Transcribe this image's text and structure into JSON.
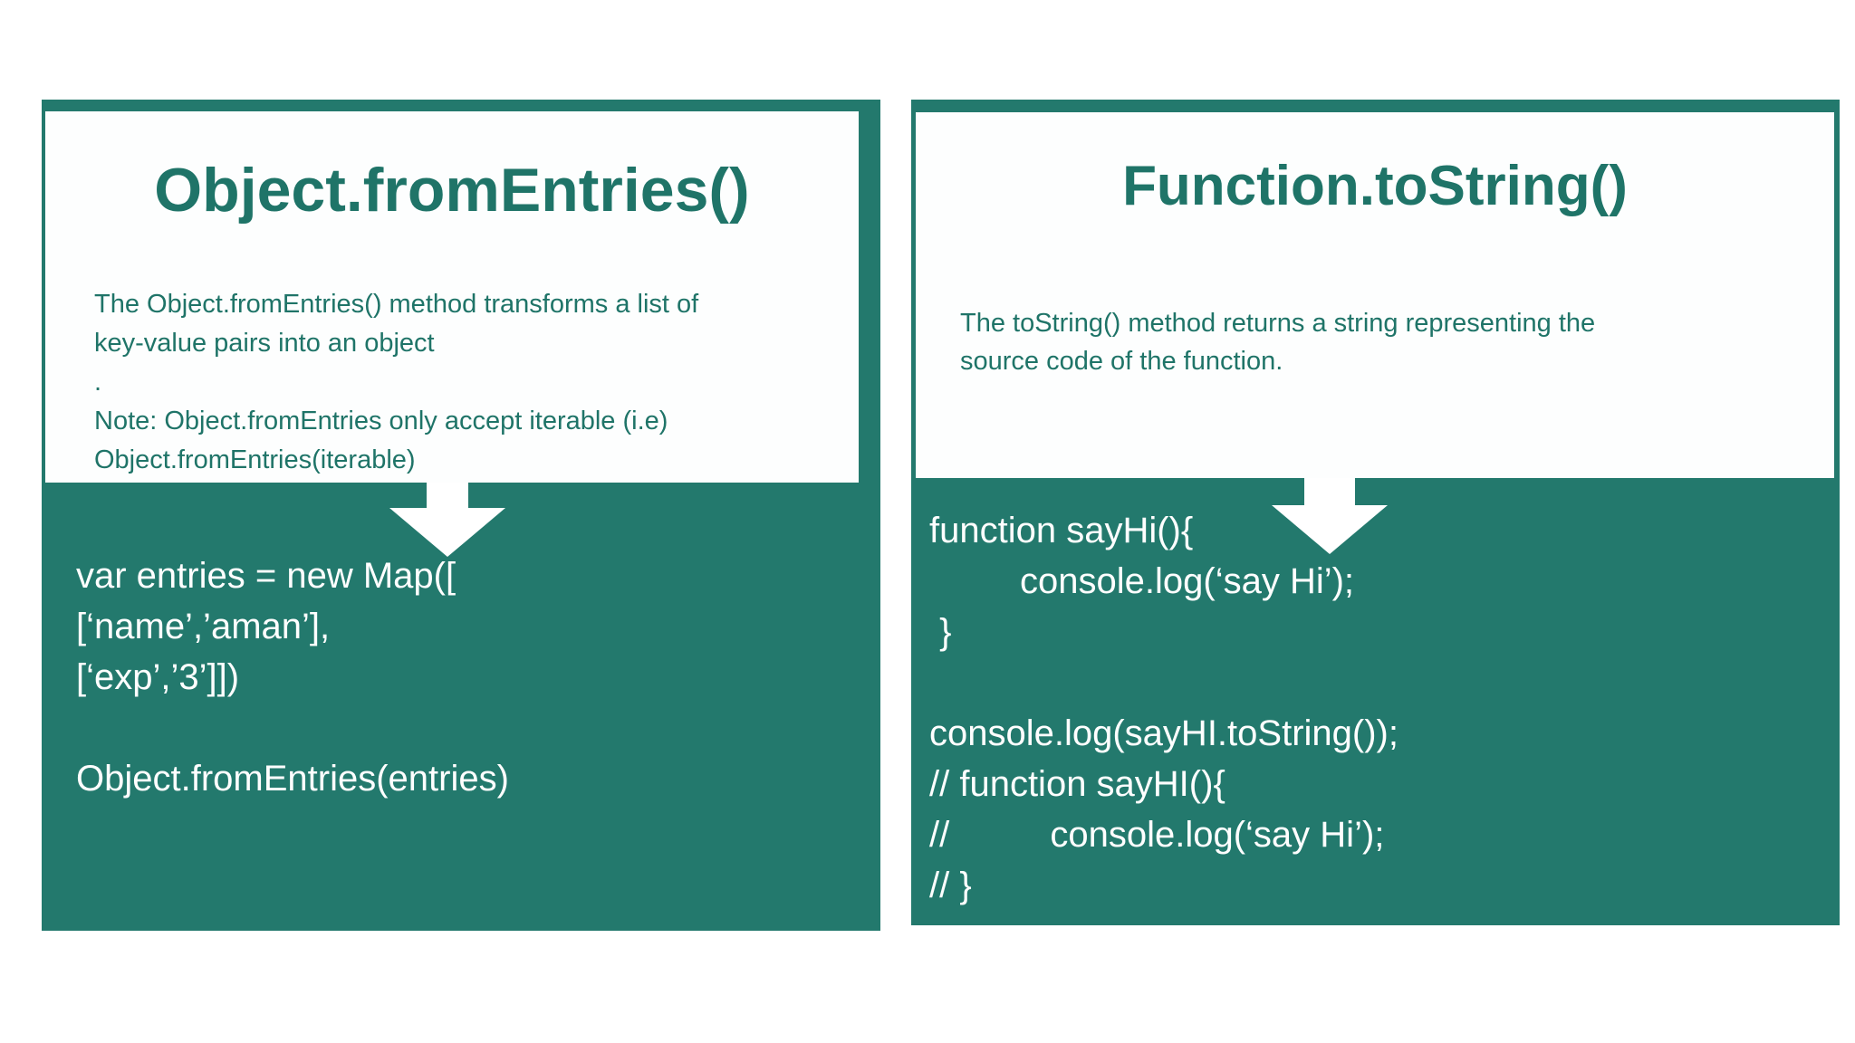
{
  "page": {
    "background": "#ffffff",
    "accent_teal": "#23796d",
    "teal_text": "#1f7468",
    "code_text_color": "#ffffff"
  },
  "cards": [
    {
      "id": "object-fromentries",
      "title": "Object.fromEntries()",
      "description_lines": [
        "The Object.fromEntries() method transforms a list of",
        "key-value pairs into an object",
        ".",
        "Note: Object.fromEntries only accept iterable (i.e)",
        "Object.fromEntries(iterable)"
      ],
      "code_lines": [
        "var entries = new Map([",
        "[‘name’,’aman’],",
        "[‘exp’,’3’]])",
        "",
        "Object.fromEntries(entries)"
      ]
    },
    {
      "id": "function-tostring",
      "title": "Function.toString()",
      "description_lines": [
        "The toString() method returns a string representing the",
        "source code of the function."
      ],
      "code_lines": [
        "function sayHi(){",
        "         console.log(‘say Hi’);",
        " }",
        "",
        "console.log(sayHI.toString());",
        "// function sayHI(){",
        "//          console.log(‘say Hi’);",
        "// }"
      ]
    }
  ]
}
